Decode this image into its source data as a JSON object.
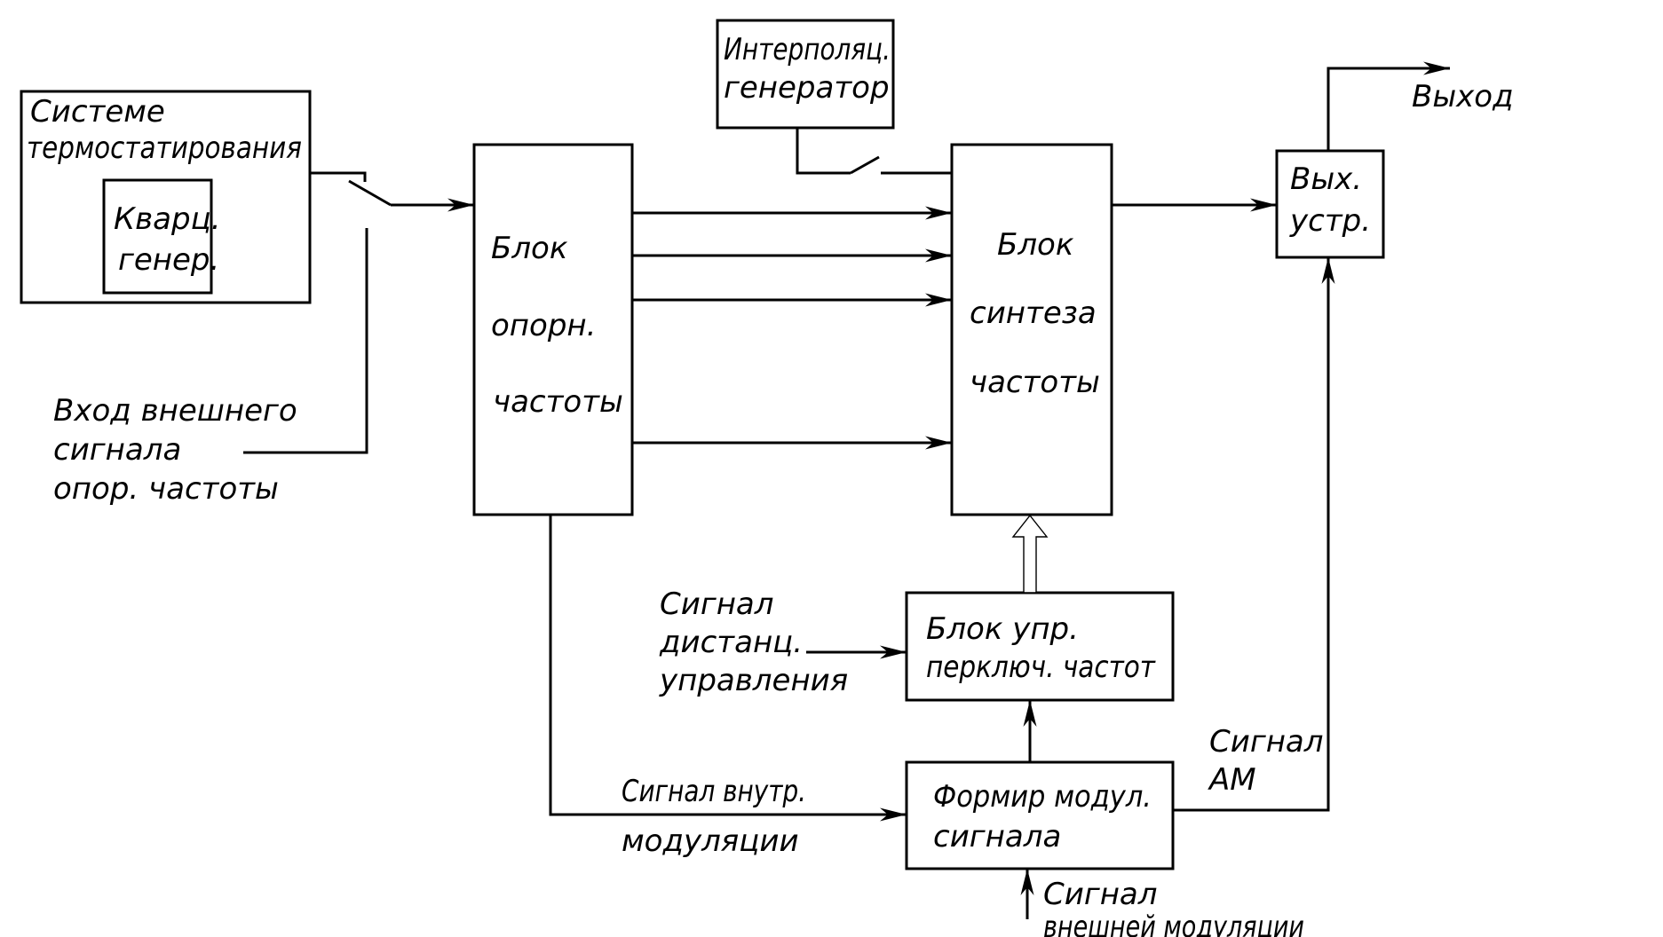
{
  "blocks": {
    "thermo": {
      "lines": [
        "Системе",
        "термостатирования"
      ]
    },
    "quartz": {
      "lines": [
        "Кварц.",
        "генер."
      ]
    },
    "interp": {
      "lines": [
        "Интерполяц.",
        "генератор"
      ]
    },
    "ref": {
      "lines": [
        "Блок",
        "опорн.",
        "частоты"
      ]
    },
    "synth": {
      "lines": [
        "Блок",
        "синтеза",
        "частоты"
      ]
    },
    "out": {
      "lines": [
        "Вых.",
        "устр."
      ]
    },
    "ctrl": {
      "lines": [
        "Блок упр.",
        "перключ. частот"
      ]
    },
    "mod": {
      "lines": [
        "Формир модул.",
        "сигнала"
      ]
    }
  },
  "labels": {
    "ext_ref": [
      "Вход внешнего",
      "сигнала",
      "опор. частоты"
    ],
    "remote": [
      "Сигнал",
      "дистанц.",
      "управления"
    ],
    "int_mod": [
      "Сигнал внутр.",
      "модуляции"
    ],
    "am": [
      "Сигнал",
      "АМ"
    ],
    "ext_mod": [
      "Сигнал",
      "внешней модуляции"
    ],
    "output": "Выход"
  }
}
